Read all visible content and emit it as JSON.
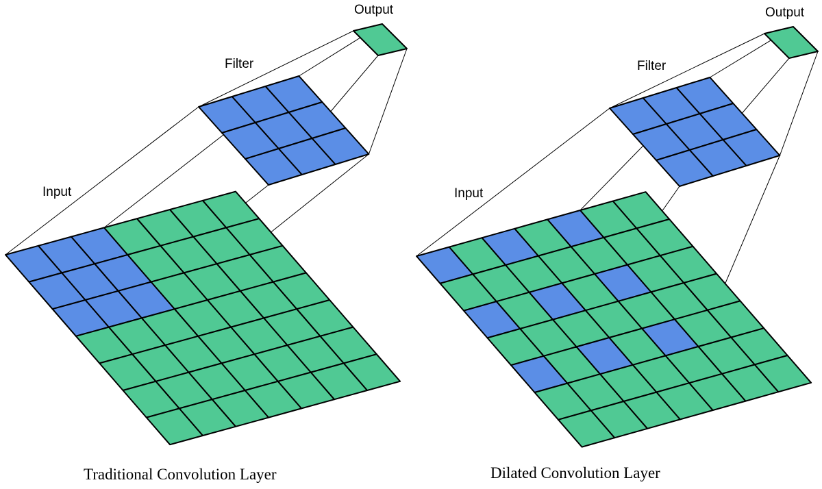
{
  "colors": {
    "grid_cell": "#50c994",
    "kernel_cell": "#5b8ee6",
    "outline": "#000000",
    "background": "#ffffff"
  },
  "panels": [
    {
      "caption": "Traditional Convolution Layer",
      "labels": {
        "input": "Input",
        "filter": "Filter",
        "output": "Output"
      },
      "input_grid_size": 7,
      "filter_size": 3,
      "highlighted_input_cells": [
        [
          0,
          0
        ],
        [
          0,
          1
        ],
        [
          0,
          2
        ],
        [
          1,
          0
        ],
        [
          1,
          1
        ],
        [
          1,
          2
        ],
        [
          2,
          0
        ],
        [
          2,
          1
        ],
        [
          2,
          2
        ]
      ]
    },
    {
      "caption": "Dilated Convolution Layer",
      "labels": {
        "input": "Input",
        "filter": "Filter",
        "output": "Output"
      },
      "input_grid_size": 7,
      "filter_size": 3,
      "highlighted_input_cells": [
        [
          0,
          0
        ],
        [
          0,
          2
        ],
        [
          0,
          4
        ],
        [
          2,
          0
        ],
        [
          2,
          2
        ],
        [
          2,
          4
        ],
        [
          4,
          0
        ],
        [
          4,
          2
        ],
        [
          4,
          4
        ]
      ]
    }
  ]
}
